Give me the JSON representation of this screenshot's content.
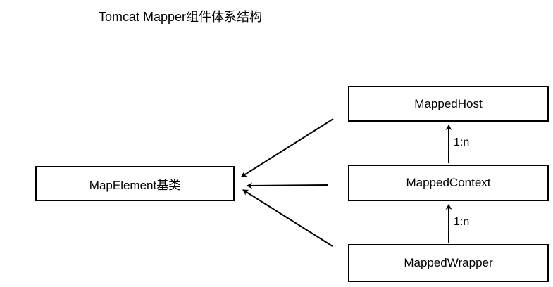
{
  "title": "Tomcat Mapper组件体系结构",
  "diagram": {
    "nodes": {
      "map_element": {
        "label": "MapElement基类"
      },
      "mapped_host": {
        "label": "MappedHost"
      },
      "mapped_context": {
        "label": "MappedContext"
      },
      "mapped_wrapper": {
        "label": "MappedWrapper"
      }
    },
    "edges": {
      "context_to_host": {
        "label": "1:n"
      },
      "wrapper_to_context": {
        "label": "1:n"
      }
    },
    "colors": {
      "line": "#000000",
      "border": "#000000",
      "text": "#000000",
      "background": "#ffffff"
    }
  }
}
